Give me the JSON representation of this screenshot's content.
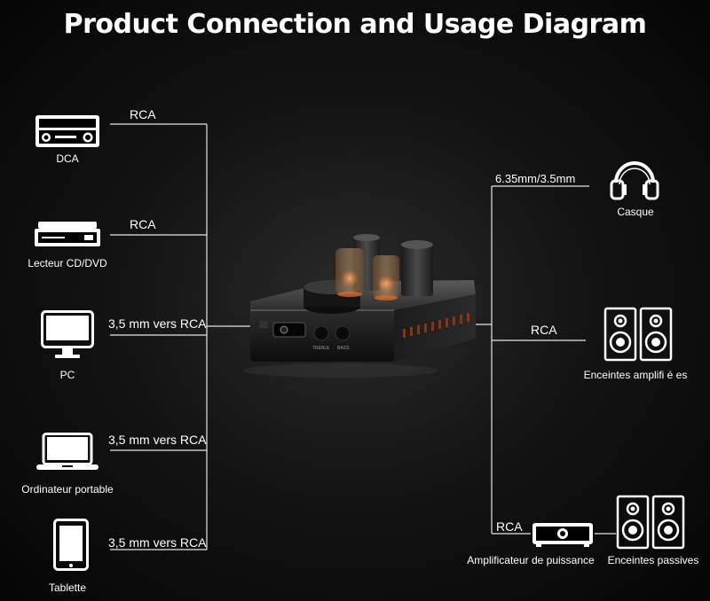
{
  "title": "Product Connection and Usage Diagram",
  "sources": [
    {
      "name": "DCA",
      "cable": "RCA"
    },
    {
      "name": "Lecteur CD/DVD",
      "cable": "RCA"
    },
    {
      "name": "PC",
      "cable": "3,5 mm vers RCA"
    },
    {
      "name": "Ordinateur portable",
      "cable": "3,5 mm vers RCA"
    },
    {
      "name": "Tablette",
      "cable": "3,5 mm vers RCA"
    }
  ],
  "outputs": {
    "headphones": {
      "name": "Casque",
      "cable": "6.35mm/3.5mm"
    },
    "active_speakers": {
      "name": "Enceintes amplifi é es",
      "cable": "RCA"
    },
    "power_amp": {
      "name": "Amplificateur de puissance",
      "cable": "RCA"
    },
    "passive_speakers": {
      "name": "Enceintes passives"
    }
  },
  "device": {
    "knob_left_label": "TREBLE",
    "knob_right_label": "BASS"
  }
}
